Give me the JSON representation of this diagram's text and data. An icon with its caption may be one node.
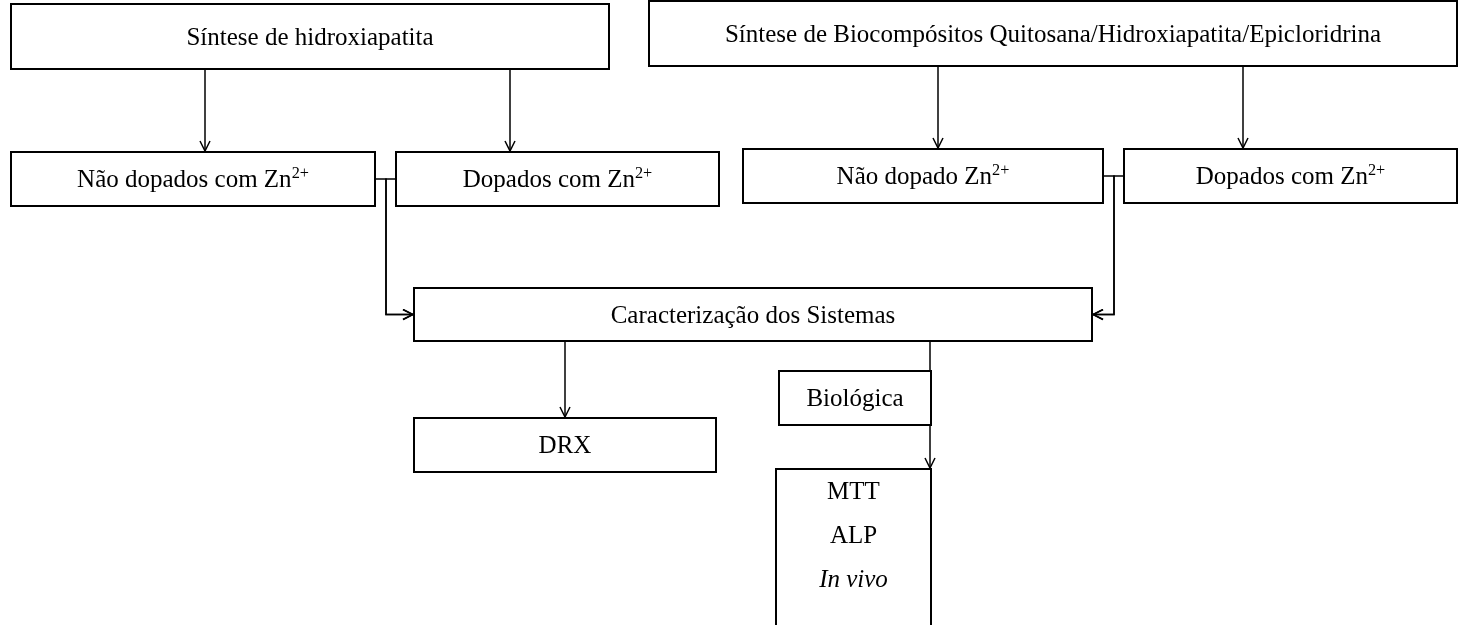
{
  "diagram": {
    "nodes": [
      {
        "text": [
          "Síntese de hidroxiapatita"
        ]
      },
      {
        "text": [
          "Síntese de Biocompósitos Quitosana/Hidroxiapatita/Epicloridrina"
        ]
      },
      {
        "text": [
          "Não dopados com Zn$^{2+}$"
        ]
      },
      {
        "text": [
          "Dopados com Zn$^{2+}$"
        ]
      },
      {
        "text": [
          "Não dopado Zn$^{2+}$"
        ]
      },
      {
        "text": [
          "Dopados com Zn$^{2+}$"
        ]
      },
      {
        "text": [
          "Caracterização dos Sistemas"
        ]
      },
      {
        "text": [
          "DRX"
        ]
      },
      {
        "text": [
          "Biológica"
        ]
      },
      {
        "text": [
          "MTT",
          "ALP",
          "In vivo"
        ]
      }
    ],
    "edges": [
      {
        "from": 0,
        "to": 2,
        "arrow": "to"
      },
      {
        "from": 0,
        "to": 3,
        "arrow": "to"
      },
      {
        "from": 1,
        "to": 4,
        "arrow": "to"
      },
      {
        "from": 1,
        "to": 5,
        "arrow": "to"
      },
      {
        "from": 2,
        "to": 6,
        "arrow": "to"
      },
      {
        "from": 3,
        "to": 6,
        "arrow": "to"
      },
      {
        "from": 4,
        "to": 6,
        "arrow": "to"
      },
      {
        "from": 5,
        "to": 6,
        "arrow": "to"
      },
      {
        "from": 6,
        "to": 7,
        "arrow": "to"
      },
      {
        "from": 6,
        "to": 8,
        "arrow": "none"
      },
      {
        "from": 8,
        "to": 9,
        "arrow": "to"
      }
    ]
  }
}
